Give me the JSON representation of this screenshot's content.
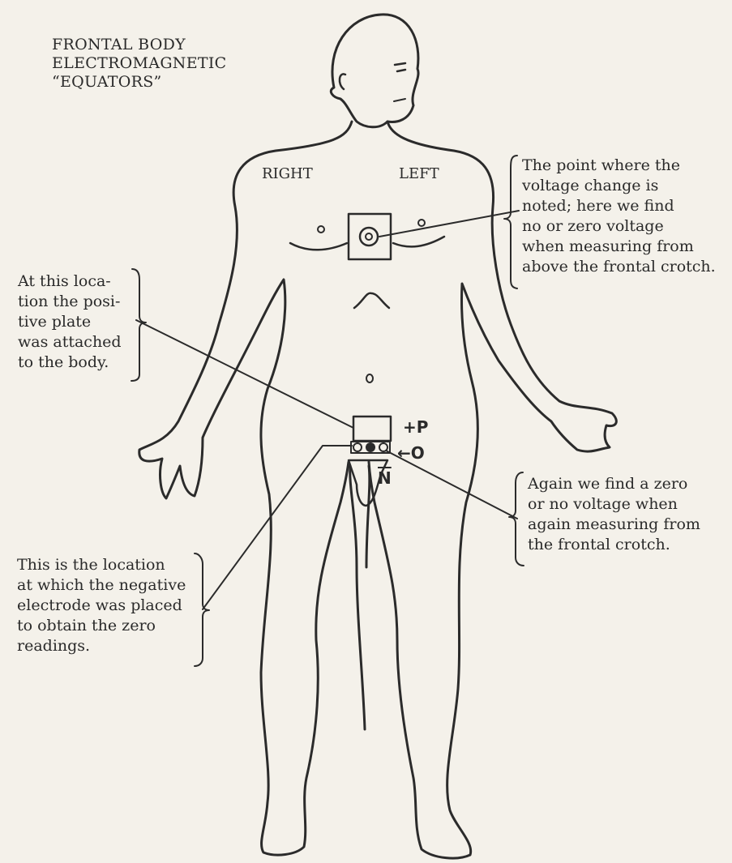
{
  "title_lines": [
    "FRONTAL BODY",
    "ELECTROMAGNETIC",
    "“EQUATORS”"
  ],
  "side_labels": {
    "right": "RIGHT",
    "left": "LEFT"
  },
  "notes": {
    "chest_point": [
      "The point where the",
      "voltage change is",
      "noted; here we find",
      "no or zero voltage",
      "when measuring from",
      "above the frontal crotch."
    ],
    "positive_plate": [
      "At this loca-",
      "tion the posi-",
      "tive plate",
      "was attached",
      "to the body."
    ],
    "crotch_zero": [
      "Again we find a zero",
      "or no voltage when",
      "again measuring from",
      "the frontal crotch."
    ],
    "negative_electrode": [
      "This is the location",
      "at which the negative",
      "electrode was placed",
      "to obtain the zero",
      "readings."
    ]
  },
  "markers": {
    "positive": "+P",
    "zero": "←O",
    "negative": "N"
  }
}
